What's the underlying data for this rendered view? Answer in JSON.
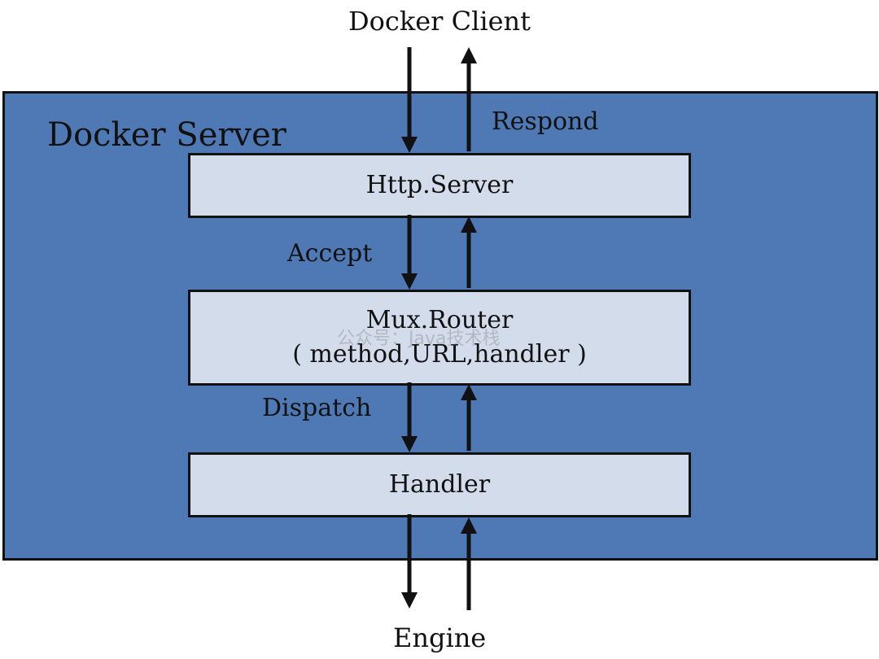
{
  "client_label": "Docker Client",
  "server_label": "Docker Server",
  "engine_label": "Engine",
  "edges": {
    "respond": "Respond",
    "accept": "Accept",
    "dispatch": "Dispatch"
  },
  "layers": {
    "http_server": "Http.Server",
    "mux_router_line1": "Mux.Router",
    "mux_router_line2": "( method,URL,handler )",
    "handler": "Handler"
  },
  "watermark": "公众号：Java技术栈",
  "colors": {
    "server_fill": "#4f79b4",
    "layer_fill": "#d2dceb",
    "stroke": "#111111"
  }
}
